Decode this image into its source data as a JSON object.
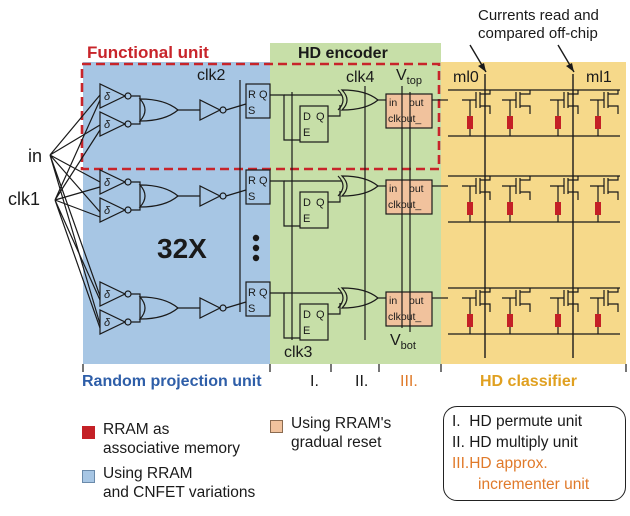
{
  "colors": {
    "random_projection": "#a7c6e4",
    "hd_encoder": "#c7dfa8",
    "hd_classifier": "#f6d98a",
    "functional_unit": "#c8242a",
    "rram": "#c42026",
    "gradual_reset": "#f1c29d",
    "approx_text": "#e07a2a",
    "random_projection_label": "#2e5ea8",
    "hd_classifier_label": "#e0a020"
  },
  "diagram": {
    "functional_unit_label": "Functional unit",
    "hd_encoder_label": "HD encoder",
    "currents_note_line1": "Currents read and",
    "currents_note_line2": "compared off-chip",
    "input_in": "in",
    "input_clk1": "clk1",
    "clk2": "clk2",
    "clk3": "clk3",
    "clk4": "clk4",
    "vtop_main": "V",
    "vtop_sub": "top",
    "vbot_main": "V",
    "vbot_sub": "bot",
    "ml0": "ml0",
    "ml1": "ml1",
    "replication": "32X",
    "delay_symbol": "δ",
    "latch_r": "R",
    "latch_q": "Q",
    "latch_s": "S",
    "dff_d": "D",
    "dff_q": "Q",
    "dff_e": "E",
    "inc_in": "in",
    "inc_out": "out",
    "inc_clkout": "clkout_"
  },
  "bottom_labels": {
    "random_projection_unit": "Random projection unit",
    "roman_i": "I.",
    "roman_ii": "II.",
    "roman_iii": "III.",
    "hd_classifier": "HD classifier"
  },
  "legend": {
    "rram_line1": "RRAM as",
    "rram_line2": "associative memory",
    "variation_line1": "Using RRAM",
    "variation_line2": "and CNFET variations",
    "gradual_line1": "Using RRAM's",
    "gradual_line2": "gradual reset"
  },
  "unit_key": {
    "i_numeral": "I.",
    "i_text": "HD permute unit",
    "ii_numeral": "II.",
    "ii_text": "HD multiply unit",
    "iii_numeral": "III.",
    "iii_text_line1": "HD approx.",
    "iii_text_line2": "incrementer unit"
  }
}
